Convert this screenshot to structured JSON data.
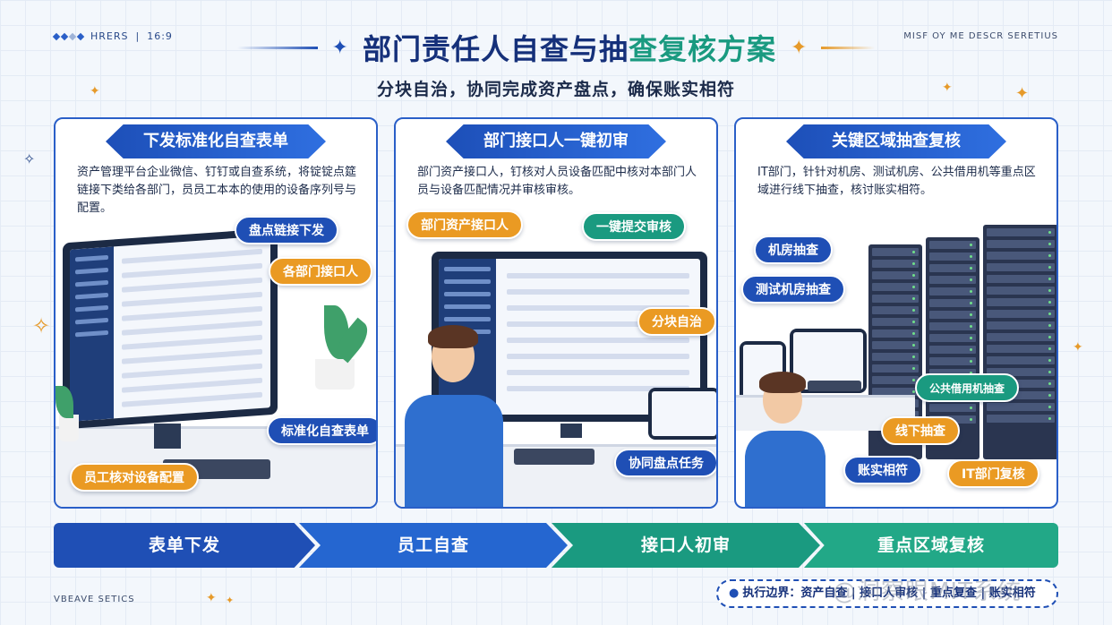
{
  "header": {
    "left_tag": "HRERS",
    "ratio": "16:9",
    "right_tag": "MISF OY ME DESCR SERETIUS",
    "title_main": "部门责任人自查与抽",
    "title_highlight": "查复核方案",
    "subtitle": "分块自治，协同完成资产盘点，确保账实相符"
  },
  "panels": [
    {
      "title": "下发标准化自查表单",
      "desc": "资产管理平台企业微信、钉钉或自查系统，将锭锭点筵链接下类给各部门，员员工本本的使用的设备序列号与配置。",
      "badges": [
        "盘点链接下发",
        "各部门接口人",
        "标准化自查表单",
        "员工核对设备配置"
      ]
    },
    {
      "title": "部门接口人一键初审",
      "desc": "部门资产接口人，钉核对人员设备匹配中核对本部门人员与设备匹配情况并审核审核。",
      "badges": [
        "部门资产接口人",
        "一键提交审核",
        "分块自治",
        "协同盘点任务"
      ]
    },
    {
      "title": "关键区域抽查复核",
      "desc": "IT部门，针针对机房、测试机房、公共借用机等重点区域进行线下抽查，核讨账实相符。",
      "badges": [
        "机房抽查",
        "测试机房抽查",
        "公共借用机抽查",
        "线下抽查",
        "账实相符",
        "IT部门复核"
      ]
    }
  ],
  "process": {
    "steps": [
      "表单下发",
      "员工自查",
      "接口人初审",
      "重点区域复核"
    ]
  },
  "footer": {
    "left_tag": "VBEAVE SETICS",
    "boundary_label": "执行边界：",
    "boundary_text": "资产自查 | 接口人审核 | 重点复查 | 账实相符",
    "watermark": "@洞察眼MIT系统"
  },
  "colors": {
    "primary_blue": "#1f4fb5",
    "teal": "#1a9a80",
    "orange": "#ea9a23"
  }
}
